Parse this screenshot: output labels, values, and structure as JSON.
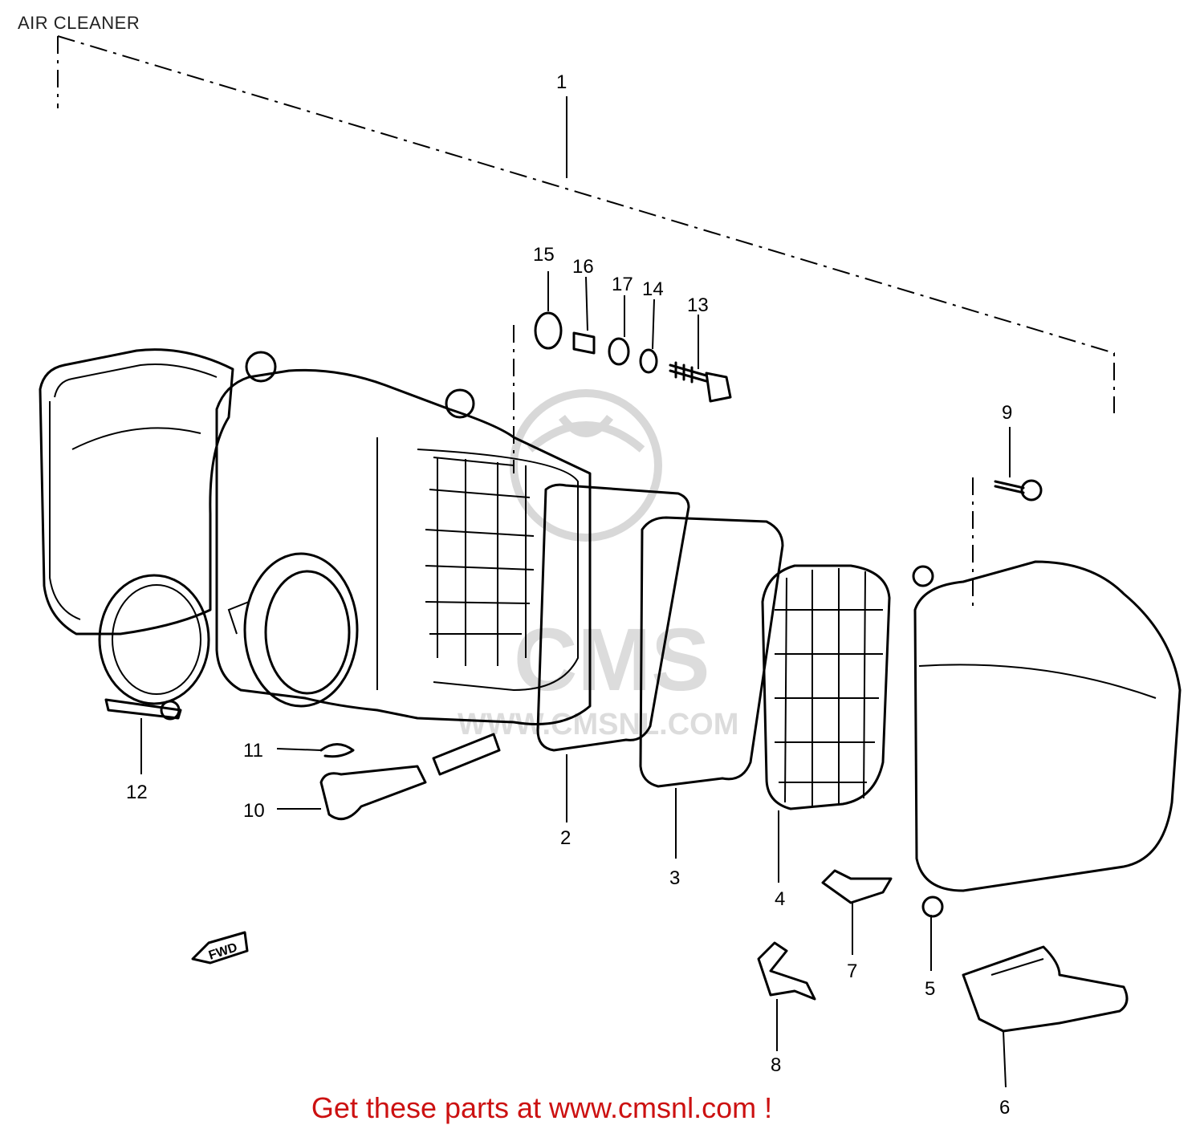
{
  "title": "AIR CLEANER",
  "footer": "Get these parts at www.cmsnl.com !",
  "watermark": {
    "logo": "CMS",
    "url": "WWW.CMSNL.COM"
  },
  "fwd_label": "FWD",
  "callouts": [
    {
      "id": "1",
      "text": "1"
    },
    {
      "id": "2",
      "text": "2"
    },
    {
      "id": "3",
      "text": "3"
    },
    {
      "id": "4",
      "text": "4"
    },
    {
      "id": "5",
      "text": "5"
    },
    {
      "id": "6",
      "text": "6"
    },
    {
      "id": "7",
      "text": "7"
    },
    {
      "id": "8",
      "text": "8"
    },
    {
      "id": "9",
      "text": "9"
    },
    {
      "id": "10",
      "text": "10"
    },
    {
      "id": "11",
      "text": "11"
    },
    {
      "id": "12",
      "text": "12"
    },
    {
      "id": "13",
      "text": "13"
    },
    {
      "id": "14",
      "text": "14"
    },
    {
      "id": "15",
      "text": "15"
    },
    {
      "id": "16",
      "text": "16"
    },
    {
      "id": "17",
      "text": "17"
    }
  ],
  "colors": {
    "footer_text": "#cc1111",
    "line_art": "#000000",
    "watermark": "#d8d8d8"
  }
}
